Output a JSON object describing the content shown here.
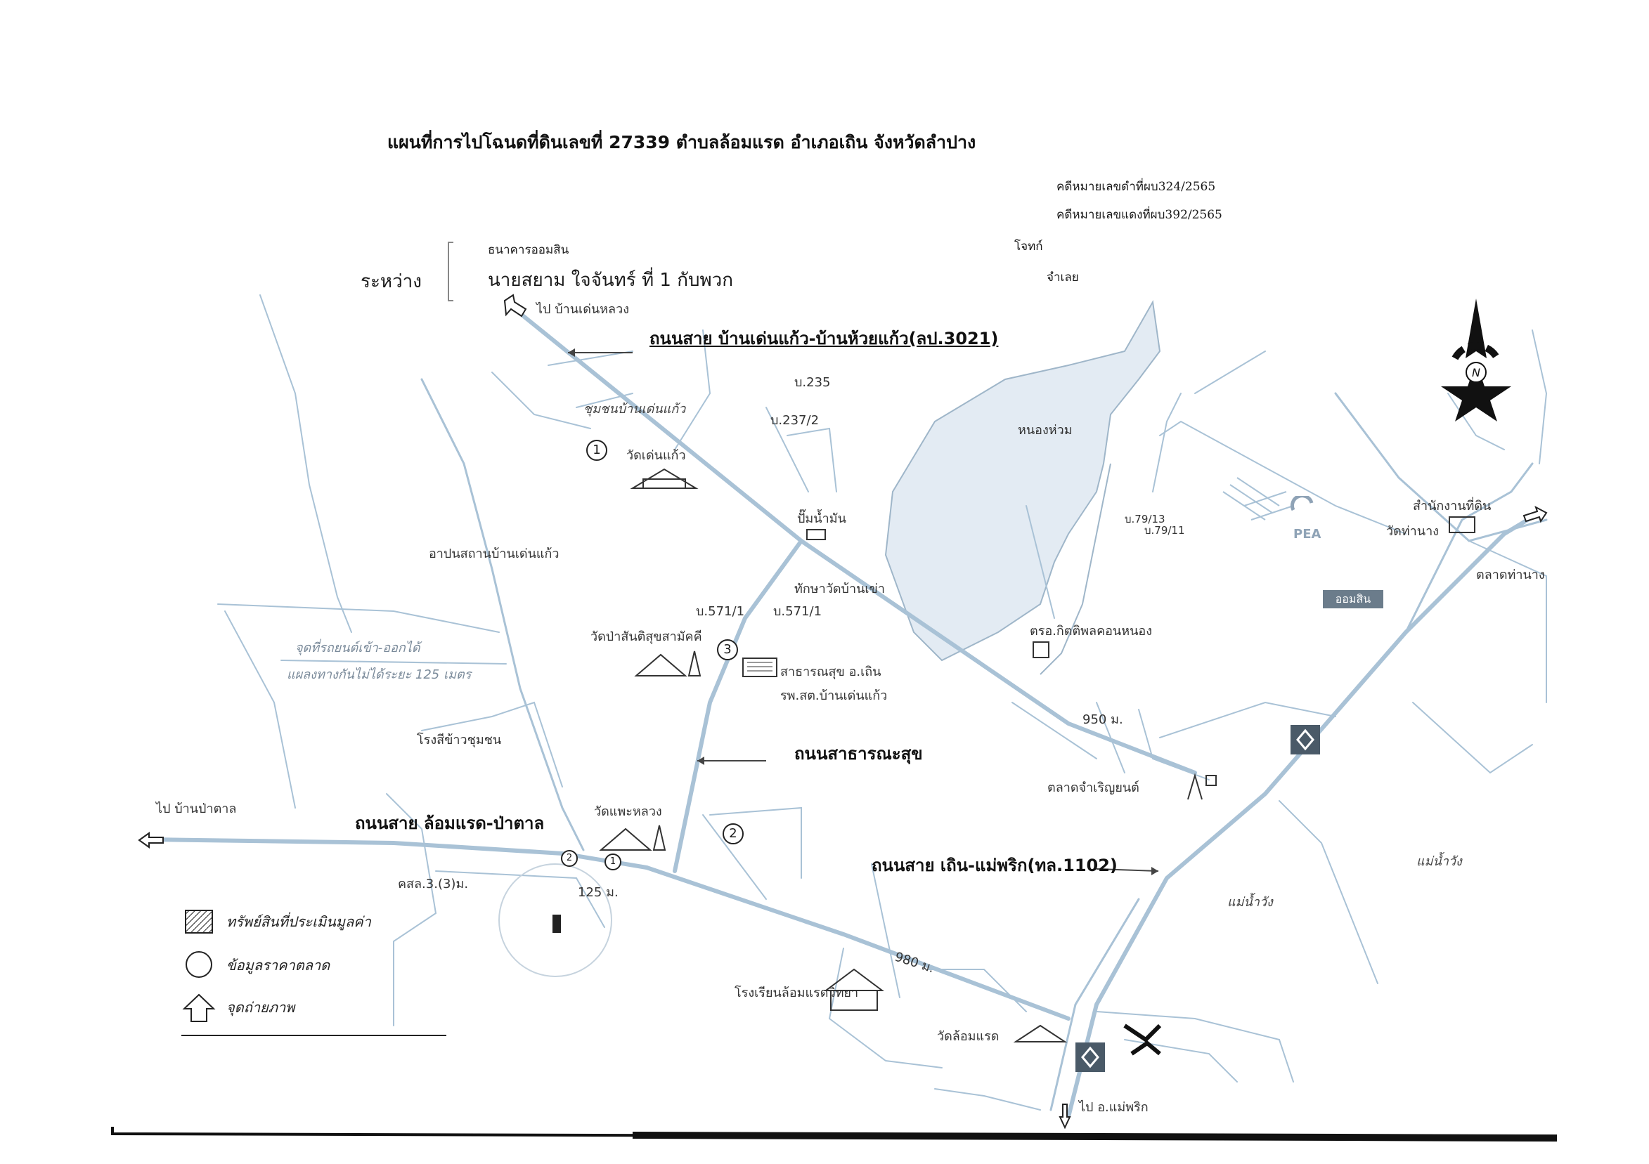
{
  "header": {
    "title": "แผนที่การไปโฉนดที่ดินเลขที่ 27339 ตำบลล้อมแรด อำเภอเถิน จังหวัดลำปาง",
    "case_black": "คดีหมายเลขดำที่ผบ324/2565",
    "case_red": "คดีหมายเลขแดงที่ผบ392/2565",
    "between_label": "ระหว่าง",
    "plaintiff": "ธนาคารออมสิน",
    "defendant": "นายสยาม ใจจันทร์ ที่ 1 กับพวก",
    "plaintiff_role": "โจทก์",
    "defendant_role": "จำเลย"
  },
  "roads": {
    "road_3021": "ถนนสาย บ้านเด่นแก้ว-บ้านห้วยแก้ว(ลป.3021)",
    "road_public": "ถนนสาธารณะสุข",
    "road_lomraet": "ถนนสาย ล้อมแรด-ป่าตาล",
    "road_1102": "ถนนสาย เถิน-แม่พริก(ทล.1102)"
  },
  "places": {
    "to_ban_den_luang": "ไป บ้านเด่นหลวง",
    "to_ban_pa_tan": "ไป บ้านป่าตาล",
    "to_mae_phrik": "ไป อ.แม่พริก",
    "community": "ชุมชนบ้านเด่นแก้ว",
    "wat_den_kaeo": "วัดเด่นแก้ว",
    "house_235": "บ.235",
    "house_237_2": "บ.237/2",
    "water_tower": "ปั๊มน้ำมัน",
    "health_center": "อาปนสถานบ้านเด่นแก้ว",
    "wat_ban_sao": "ทักษาวัดบ้านเข่า",
    "house_571_1a": "บ.571/1",
    "house_571_1b": "บ.571/1",
    "wat_pa": "วัดป่าสันติสุขสามัคคี",
    "health_office": "สาธารณสุข อ.เถิน",
    "hospital": "รพ.สต.บ้านเด่นแก้ว",
    "rice_mill": "โรงสีข้าวชุมชน",
    "wat_phra_luang": "วัดแพะหลวง",
    "ksl": "คสล.3.(3)ม.",
    "dist_125": "125 ม.",
    "school": "โรงเรียนล้อมแรดวิทยา",
    "wat_lomraet": "วัดล้อมแรด",
    "dist_980": "980 ม.",
    "dist_950": "950 ม.",
    "market": "ตลาดจำเริญยนต์",
    "swamp": "หนองห่วม",
    "police": "ตรอ.กิตติพลคอนหนอง",
    "pea": "PEA",
    "house_79_13": "บ.79/13",
    "house_79_11": "บ.79/11",
    "land_office": "สำนักงานที่ดิน",
    "wat_tha_nang": "วัดท่านาง",
    "tha_nang_market": "ตลาดท่านาง",
    "river_1": "แม่น้ำวัง",
    "river_2": "แม่น้ำวัง",
    "note_1": "จุดที่รถยนต์เข้า-ออกได้",
    "note_2": "แผลงทางกันไม่ได้ระยะ 125 เมตร",
    "bank_sign": "ออมสิน"
  },
  "markers": {
    "m1": "1",
    "m2": "2",
    "m3": "3",
    "m1b": "1",
    "m2b": "2"
  },
  "north": {
    "label": "N"
  },
  "legend": {
    "appraised": "ทรัพย์สินที่ประเมินมูลค่า",
    "market_data": "ข้อมูลราคาตลาด",
    "photo_point": "จุดถ่ายภาพ"
  },
  "colors": {
    "road": "#a9c2d6",
    "water": "#e3ebf3",
    "ink": "#1a1a1a"
  }
}
